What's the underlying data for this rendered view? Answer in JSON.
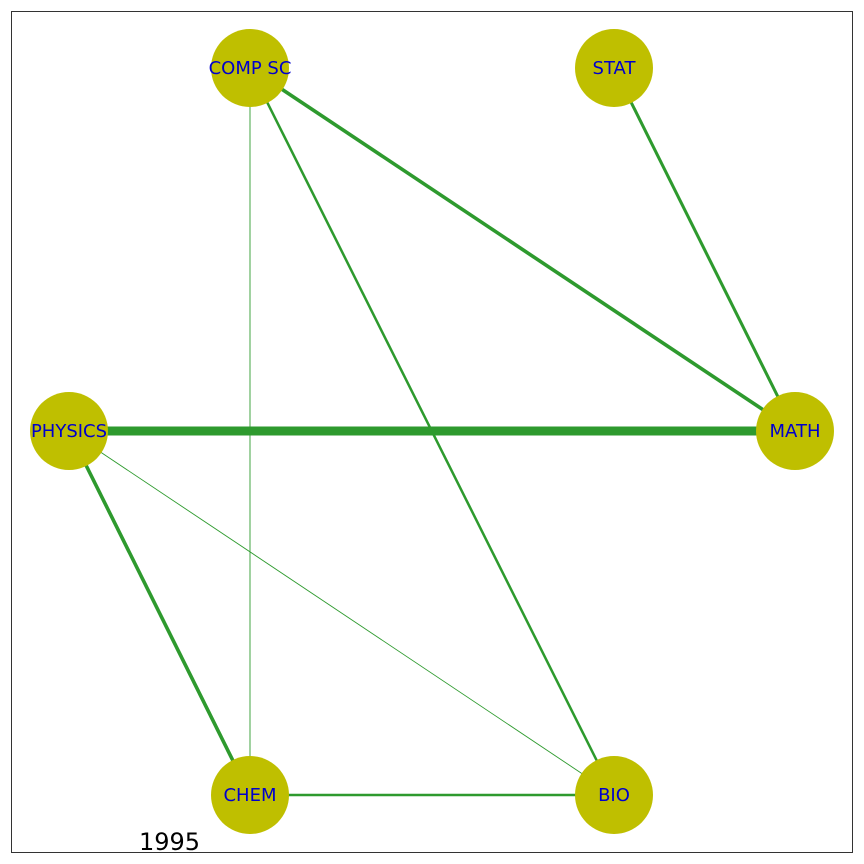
{
  "year_label": "1995",
  "colors": {
    "node_fill": "#bfbf00",
    "edge": "#2e9a2e",
    "label": "#0000cc",
    "frame": "#333333"
  },
  "nodes": [
    {
      "id": "compsc",
      "label": "COMP SC"
    },
    {
      "id": "stat",
      "label": "STAT"
    },
    {
      "id": "physics",
      "label": "PHYSICS"
    },
    {
      "id": "math",
      "label": "MATH"
    },
    {
      "id": "chem",
      "label": "CHEM"
    },
    {
      "id": "bio",
      "label": "BIO"
    }
  ],
  "edges": [
    {
      "source": "physics",
      "target": "math",
      "weight": 5
    },
    {
      "source": "compsc",
      "target": "math",
      "weight": 2
    },
    {
      "source": "stat",
      "target": "math",
      "weight": 1.7
    },
    {
      "source": "compsc",
      "target": "bio",
      "weight": 1.4
    },
    {
      "source": "compsc",
      "target": "chem",
      "weight": 0.5
    },
    {
      "source": "physics",
      "target": "chem",
      "weight": 2
    },
    {
      "source": "physics",
      "target": "bio",
      "weight": 0.5
    },
    {
      "source": "chem",
      "target": "bio",
      "weight": 1.4
    }
  ]
}
